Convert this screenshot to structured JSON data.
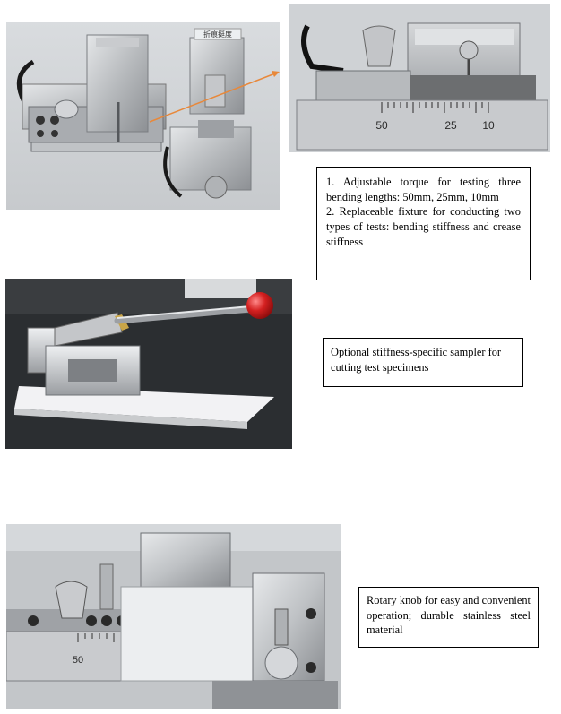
{
  "photos": {
    "fixture_overview": {
      "fixture_label": "折痕挺度"
    },
    "ruler_closeup": {
      "ruler_labels": [
        "50",
        "25",
        "10"
      ]
    },
    "bottom_closeup": {
      "ruler_label": "50"
    }
  },
  "captions": {
    "features": {
      "items": [
        "1. Adjustable torque for testing three bending lengths: 50mm, 25mm, 10mm",
        "2. Replaceable fixture for conducting two types of tests: bending stiffness and crease stiffness"
      ]
    },
    "sampler": {
      "text": "Optional stiffness-specific sampler for cutting test specimens"
    },
    "knob": {
      "text": "Rotary knob for easy and convenient operation; durable stainless steel material"
    }
  },
  "colors": {
    "arrow": "#e8883a",
    "steel": "#b9bcbf",
    "knob_red": "#d42020"
  }
}
